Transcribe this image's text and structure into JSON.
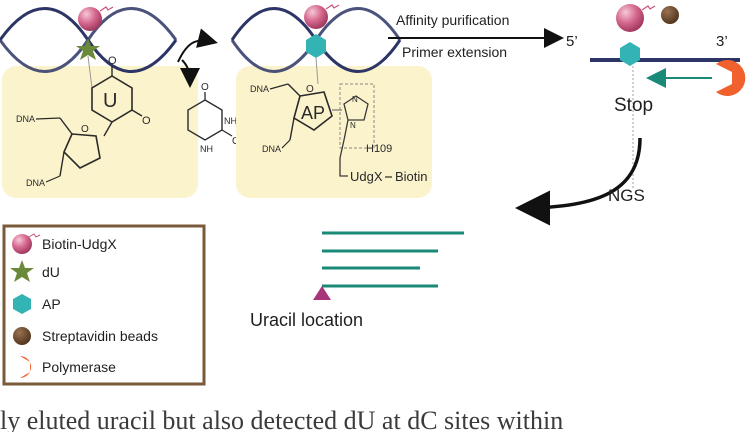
{
  "step1": {
    "dna_label_1": "DNA",
    "dna_label_2": "DNA",
    "base_letter": "U"
  },
  "step2": {
    "base_letter": "AP",
    "dna_label_1": "DNA",
    "dna_label_2": "DNA",
    "residue": "H109",
    "enzyme_label": "UdgX",
    "biotin_label": "Biotin"
  },
  "arrow_top": {
    "line1": "Affinity purification",
    "line2": "Primer extension"
  },
  "strand": {
    "five_prime": "5’",
    "three_prime": "3’",
    "stop_label": "Stop"
  },
  "ngs_label": "NGS",
  "reads_label": "Uracil location",
  "legend": {
    "items": [
      {
        "label": "Biotin-UdgX"
      },
      {
        "label": "dU"
      },
      {
        "label": "AP"
      },
      {
        "label": "Streptavidin beads"
      },
      {
        "label": "Polymerase"
      }
    ]
  },
  "footer_text": "ly eluted uracil but also detected dU at dC sites within",
  "colors": {
    "dna": "#2c3566",
    "biotin_udgx": "#c9537a",
    "du_star": "#6a8a3a",
    "ap_hex": "#33b3b3",
    "bead": "#6b4a2e",
    "polymerase": "#f0612e",
    "reads": "#1a8a78",
    "uracil_marker": "#a8357a",
    "highlight": "#fbf3cc",
    "legend_border": "#7a5a3a"
  }
}
